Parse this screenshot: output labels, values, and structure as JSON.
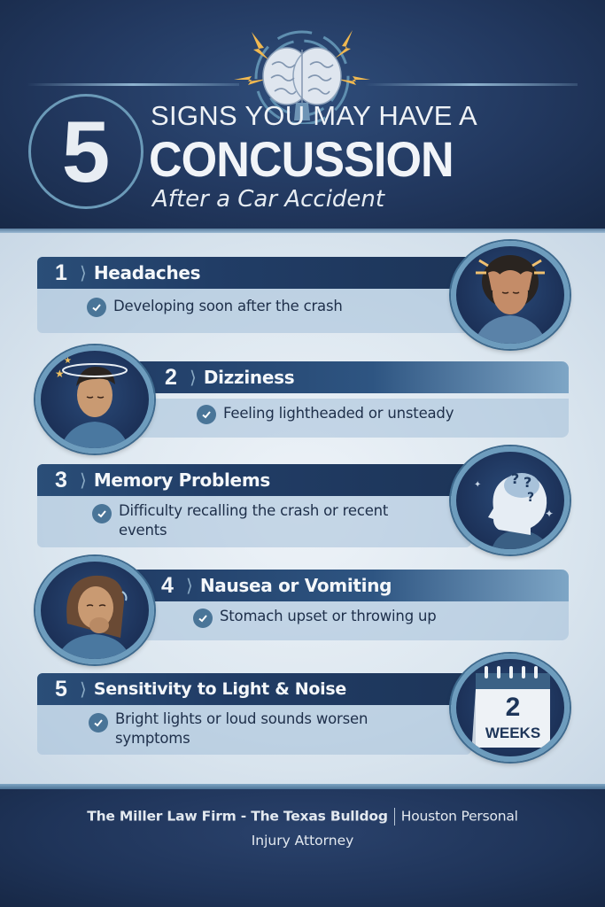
{
  "header": {
    "big_number": "5",
    "line1": "SIGNS YOU MAY HAVE A",
    "line2": "CONCUSSION",
    "line3": "After a Car Accident",
    "icon": "brain-with-lightning-icon"
  },
  "signs": [
    {
      "number": "1",
      "title": "Headaches",
      "description": "Developing soon after the crash",
      "illustration": "woman-holding-head-icon",
      "image_side": "right"
    },
    {
      "number": "2",
      "title": "Dizziness",
      "description": "Feeling lightheaded or unsteady",
      "illustration": "dizzy-man-icon",
      "image_side": "left"
    },
    {
      "number": "3",
      "title": "Memory Problems",
      "description": "Difficulty recalling the crash or recent events",
      "illustration": "head-with-question-marks-icon",
      "image_side": "right"
    },
    {
      "number": "4",
      "title": "Nausea or Vomiting",
      "description": "Stomach upset or throwing up",
      "illustration": "nauseous-woman-icon",
      "image_side": "left"
    },
    {
      "number": "5",
      "title": "Sensitivity to Light & Noise",
      "description": "Bright lights or loud sounds worsen symptoms",
      "illustration": "calendar-icon",
      "image_side": "right"
    }
  ],
  "calendar": {
    "number": "2",
    "label": "WEEKS"
  },
  "footer": {
    "firm": "The Miller Law Firm - The Texas Bulldog",
    "tagline_part1": "Houston Personal",
    "tagline_part2": "Injury Attorney"
  },
  "colors": {
    "navy": "#1d3559",
    "accent_blue": "#6d9cbd",
    "desc_bg": "#a4c0d8",
    "lightning": "#f0b850",
    "text_dark": "#1e2f4a"
  }
}
